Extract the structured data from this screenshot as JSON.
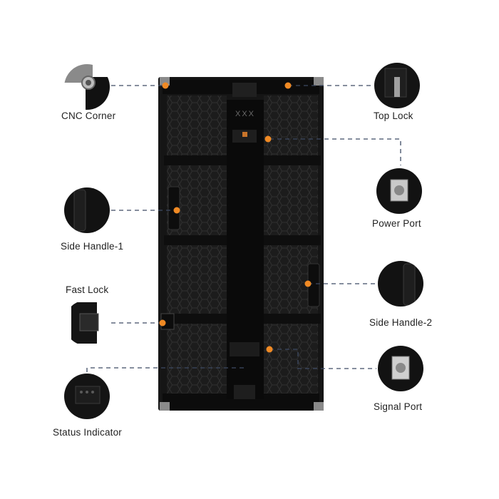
{
  "colors": {
    "background": "#ffffff",
    "panel": "#1b1b1b",
    "panel_edge": "#2e2e2e",
    "hex_pattern": "#2a2a2a",
    "spine": "#101010",
    "callout_line": "#3d4a63",
    "marker": "#f08a24",
    "label_text": "#222222"
  },
  "panel": {
    "spine_text": "XXX"
  },
  "callouts": [
    {
      "id": "cnc-corner",
      "label": "CNC Corner",
      "icon": "cnc-corner-icon"
    },
    {
      "id": "top-lock",
      "label": "Top Lock",
      "icon": "top-lock-icon"
    },
    {
      "id": "power-port",
      "label": "Power Port",
      "icon": "power-port-icon"
    },
    {
      "id": "side-handle-1",
      "label": "Side Handle-1",
      "icon": "side-handle-icon"
    },
    {
      "id": "side-handle-2",
      "label": "Side Handle-2",
      "icon": "side-handle-icon"
    },
    {
      "id": "fast-lock",
      "label": "Fast Lock",
      "icon": "fast-lock-icon"
    },
    {
      "id": "signal-port",
      "label": "Signal Port",
      "icon": "signal-port-icon"
    },
    {
      "id": "status-indicator",
      "label": "Status Indicator",
      "icon": "status-indicator-icon"
    }
  ]
}
